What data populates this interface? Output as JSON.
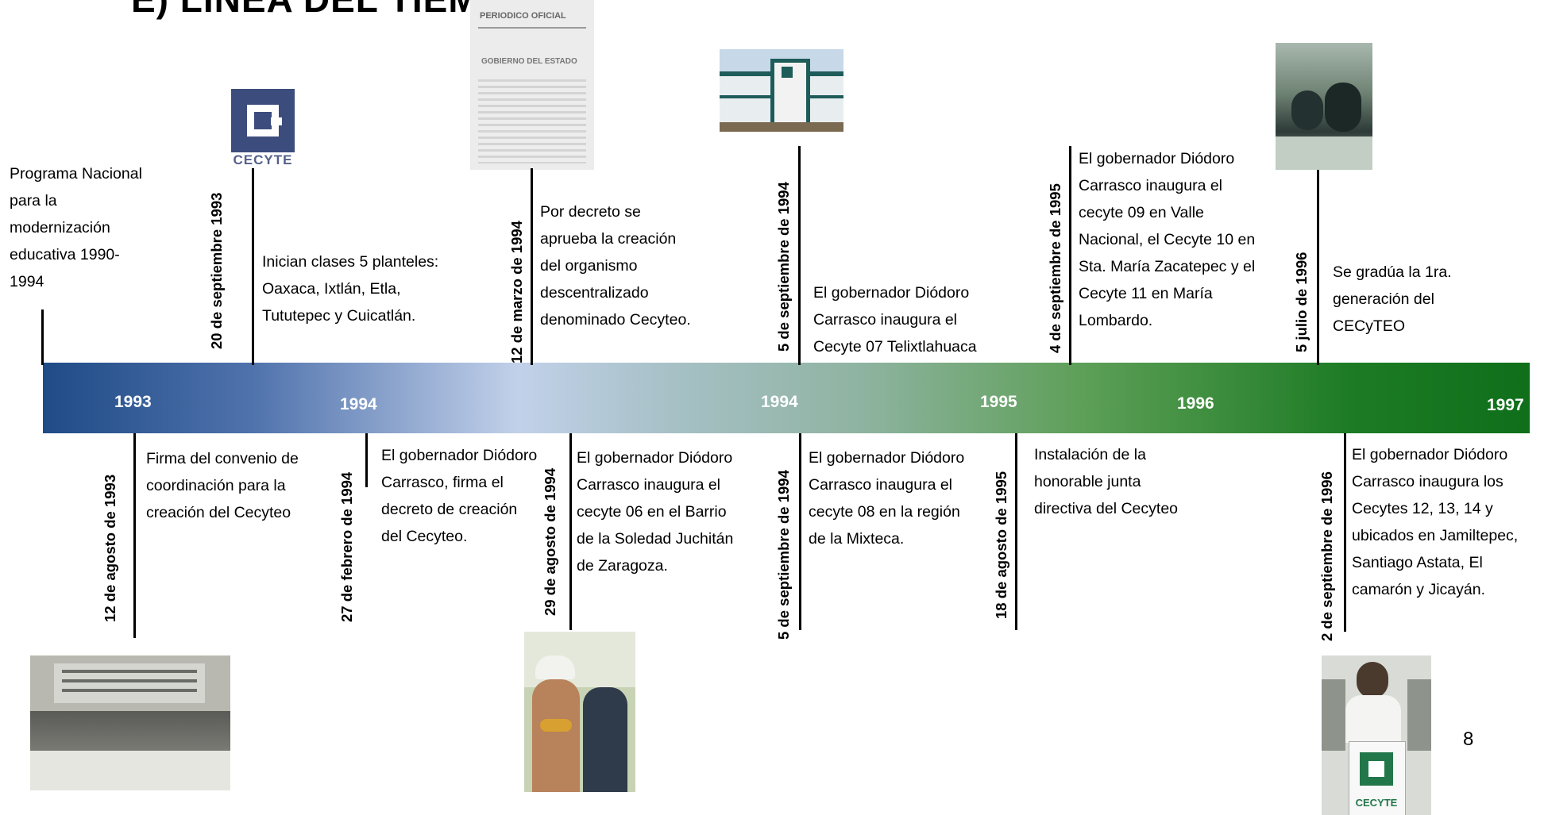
{
  "heading": "E) LINEA DEL TIEMPO",
  "page_number": "8",
  "logo_text": "CECYTE",
  "document_photo_text": {
    "header": "PERIODICO OFICIAL",
    "subheader": "GOBIERNO DEL ESTADO"
  },
  "years": [
    "1993",
    "1994",
    "1994",
    "1995",
    "1996",
    "1997"
  ],
  "intro_text": "Programa Nacional para la modernización educativa  1990-1994",
  "events_above": [
    {
      "date": "20 de septiembre 1993",
      "text": "Inician clases 5 planteles: Oaxaca, Ixtlán, Etla, Tututepec y Cuicatlán."
    },
    {
      "date": "12 de marzo de 1994",
      "text": "Por decreto se aprueba la creación del organismo descentralizado denominado Cecyteo."
    },
    {
      "date": "5 de septiembre de 1994",
      "text": "El gobernador Diódoro Carrasco inaugura el Cecyte 07 Telixtlahuaca"
    },
    {
      "date": "4 de septiembre de 1995",
      "text": "El gobernador Diódoro Carrasco inaugura el cecyte 09 en Valle Nacional, el Cecyte 10 en Sta. María Zacatepec y el Cecyte 11 en María Lombardo."
    },
    {
      "date": "5 julio de 1996",
      "text": "Se gradúa la 1ra. generación del CECyTEO"
    }
  ],
  "events_below": [
    {
      "date": "12 de agosto de 1993",
      "text": "Firma del convenio de coordinación para la creación del Cecyteo"
    },
    {
      "date": "27 de febrero de 1994",
      "text": "El gobernador Diódoro Carrasco, firma el decreto de creación del Cecyteo."
    },
    {
      "date": "29 de agosto de 1994",
      "text": "El gobernador Diódoro Carrasco inaugura el cecyte 06 en el Barrio de la Soledad Juchitán de Zaragoza."
    },
    {
      "date": "5 de septiembre de 1994",
      "text": "El gobernador Diódoro Carrasco inaugura el cecyte 08 en la región de la Mixteca."
    },
    {
      "date": "18 de agosto de 1995",
      "text": "Instalación de la honorable junta directiva del Cecyteo"
    },
    {
      "date": "2 de septiembre de 1996",
      "text": "El gobernador Diódoro Carrasco inaugura los Cecytes 12, 13, 14 y ubicados en Jamiltepec, Santiago Astata, El camarón y Jicayán."
    }
  ],
  "colors": {
    "bar_start": "#1f4b86",
    "bar_mid": "#c2d1ea",
    "bar_end": "#0f6f1a",
    "year_text": "#ffffff"
  }
}
